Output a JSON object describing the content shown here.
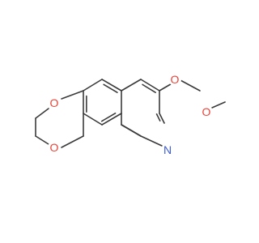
{
  "molecule": {
    "atoms": [
      {
        "id": "O1",
        "label": "O",
        "color": "#e8443a"
      },
      {
        "id": "O2",
        "label": "O",
        "color": "#e8443a"
      },
      {
        "id": "O3",
        "label": "O",
        "color": "#e8443a"
      },
      {
        "id": "O4",
        "label": "O",
        "color": "#e8443a"
      },
      {
        "id": "N1",
        "label": "N",
        "color": "#3d5bd6"
      }
    ],
    "bond_color": "#3a3a3a"
  }
}
